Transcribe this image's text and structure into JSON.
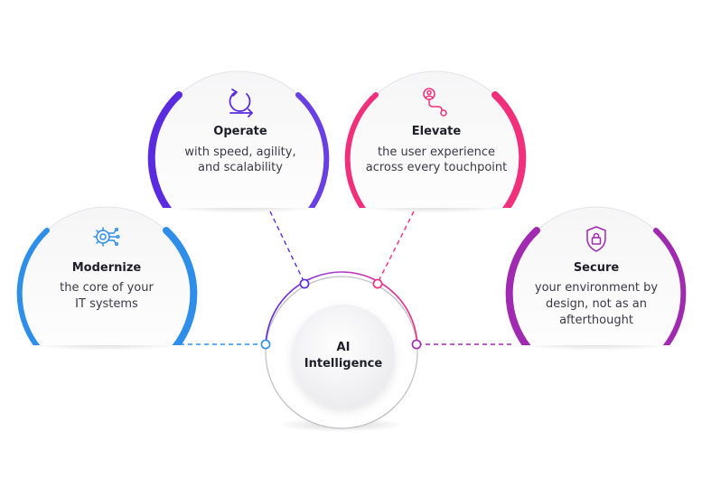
{
  "center": {
    "line1": "AI",
    "line2": "Intelligence"
  },
  "cards": {
    "operate": {
      "title": "Operate",
      "line1": "with speed, agility,",
      "line2": "and scalability",
      "icon": "refresh-arrow-icon",
      "color": "#5b2be0"
    },
    "elevate": {
      "title": "Elevate",
      "line1": "the user experience",
      "line2": "across every touchpoint",
      "icon": "user-journey-icon",
      "color": "#f0307a"
    },
    "modernize": {
      "title": "Modernize",
      "line1": "the core of your",
      "line2": "IT systems",
      "icon": "gear-circuit-icon",
      "color": "#2f8fe8"
    },
    "secure": {
      "title": "Secure",
      "line1": "your environment by",
      "line2": "design, not as an",
      "line3": "afterthought",
      "icon": "shield-lock-icon",
      "color": "#a02ab0"
    }
  }
}
